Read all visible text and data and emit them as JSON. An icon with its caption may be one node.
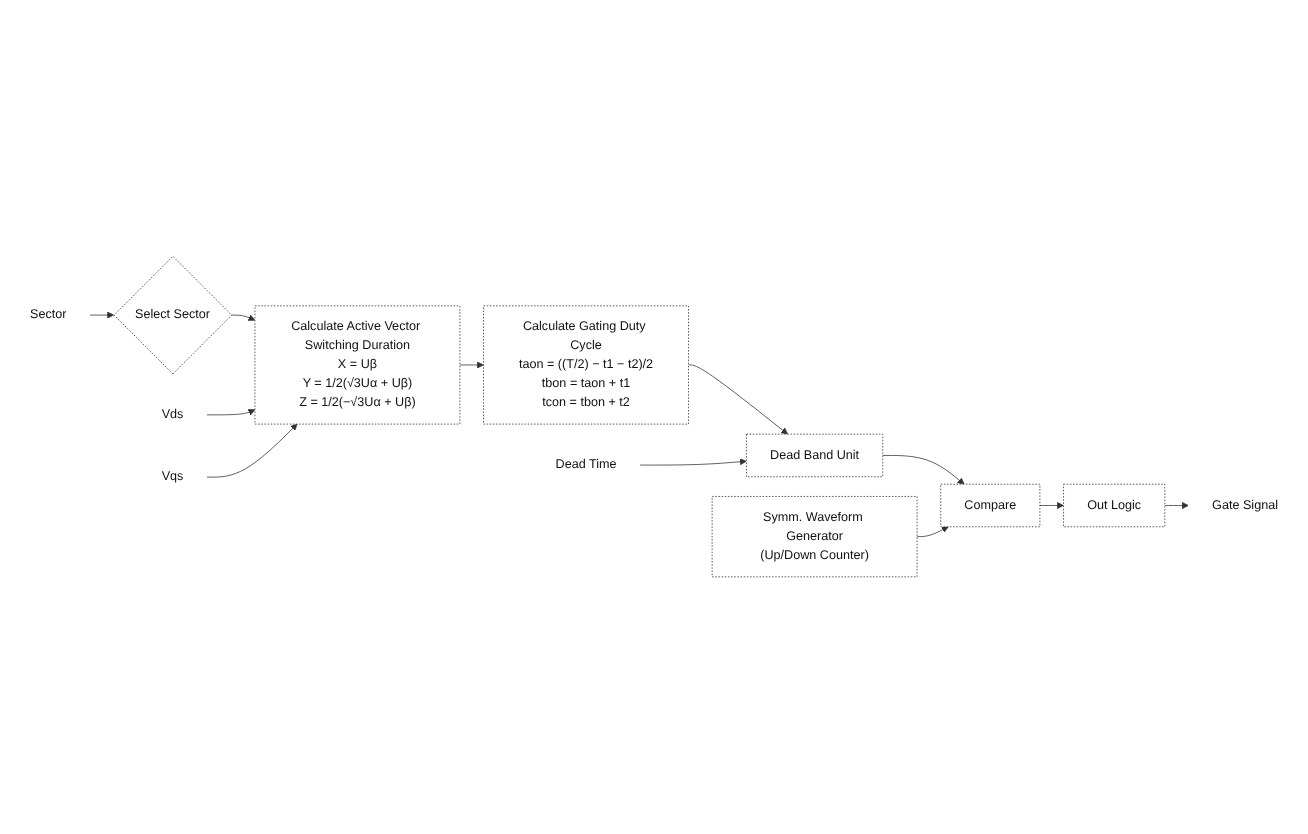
{
  "diagram": {
    "nodes": [
      {
        "text": [
          "Sector"
        ]
      },
      {
        "text": [
          "Select Sector"
        ]
      },
      {
        "text": [
          "Calculate Active Vector Switching Duration",
          "X = Uβ",
          "Y = 1/2(√3Uα + Uβ)",
          "Z = 1/2(−√3Uα + Uβ)"
        ]
      },
      {
        "text": [
          "Vds"
        ]
      },
      {
        "text": [
          "Vqs"
        ]
      },
      {
        "text": [
          "Calculate Gating Duty Cycle",
          "taon = ((T/2) − t1 − t2)/2",
          "tbon = taon + t1",
          "tcon = tbon + t2"
        ]
      },
      {
        "text": [
          "Dead Band Unit"
        ]
      },
      {
        "text": [
          "Dead Time"
        ]
      },
      {
        "text": [
          "Symm. Waveform Generator",
          "(Up/Down Counter)"
        ]
      },
      {
        "text": [
          "Compare"
        ]
      },
      {
        "text": [
          "Out Logic"
        ]
      },
      {
        "text": [
          "Gate Signal"
        ]
      }
    ],
    "edges": [
      {
        "from": 0,
        "to": 1,
        "arrow": "to"
      },
      {
        "from": 1,
        "to": 2,
        "arrow": "to"
      },
      {
        "from": 3,
        "to": 2,
        "arrow": "to"
      },
      {
        "from": 4,
        "to": 2,
        "arrow": "to"
      },
      {
        "from": 2,
        "to": 5,
        "arrow": "to"
      },
      {
        "from": 5,
        "to": 6,
        "arrow": "to"
      },
      {
        "from": 7,
        "to": 6,
        "arrow": "to"
      },
      {
        "from": 6,
        "to": 9,
        "arrow": "to"
      },
      {
        "from": 8,
        "to": 9,
        "arrow": "to"
      },
      {
        "from": 9,
        "to": 10,
        "arrow": "to"
      },
      {
        "from": 10,
        "to": 11,
        "arrow": "to"
      }
    ]
  }
}
